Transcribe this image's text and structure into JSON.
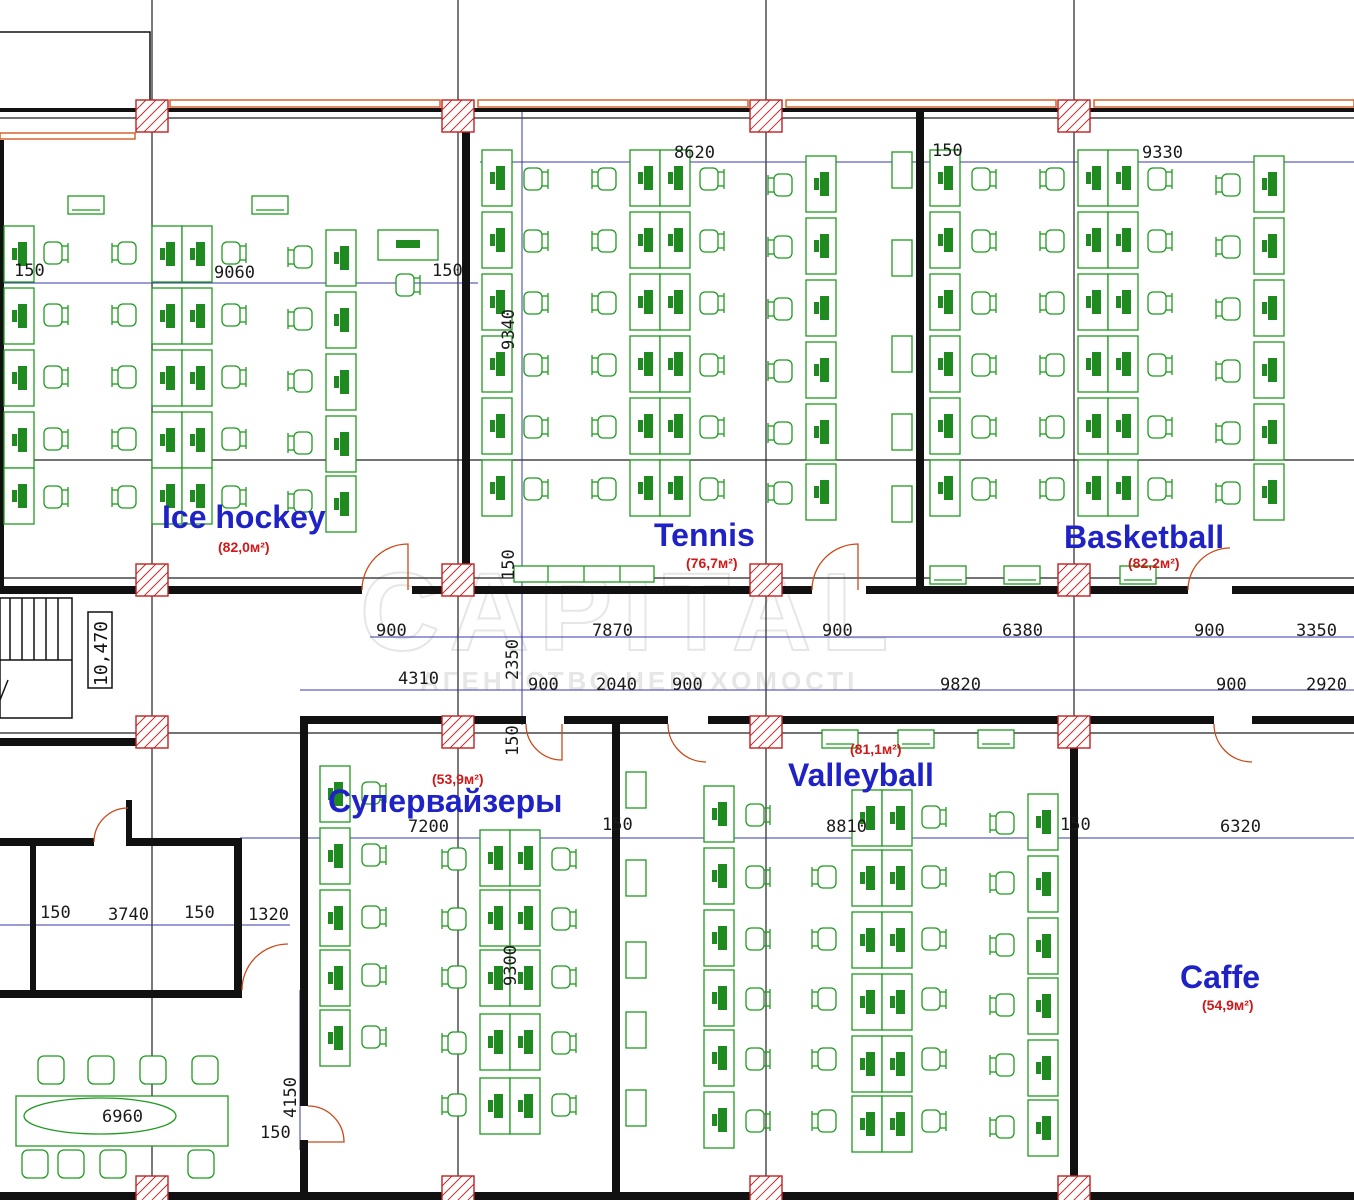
{
  "colors": {
    "wall": "#111111",
    "furniture": "#1f9a1f",
    "room_label": "#1f22c4",
    "area_label": "#d01818",
    "window": "#d25a1c",
    "column": "#c22020",
    "dimension": "#3a3aa8"
  },
  "rooms": [
    {
      "name": "Ice hockey",
      "area": "(82,0м²)"
    },
    {
      "name": "Tennis",
      "area": "(76,7м²)"
    },
    {
      "name": "Basketball",
      "area": "(82,2м²)"
    },
    {
      "name": "Супервайзеры",
      "area": "(53,9м²)"
    },
    {
      "name": "Valleyball",
      "area": "(81,1м²)"
    },
    {
      "name": "Caffe",
      "area": "(54,9м²)"
    }
  ],
  "dimensions": {
    "ice_left_150": "150",
    "ice_9060": "9060",
    "ice_right_150": "150",
    "tennis_8620": "8620",
    "tennis_9340": "9340",
    "basket_150": "150",
    "basket_9330": "9330",
    "corr_150_top": "150",
    "corr_900_a": "900",
    "corr_7870": "7870",
    "corr_900_b": "900",
    "corr_6380": "6380",
    "corr_900_c": "900",
    "corr_3350": "3350",
    "corr_4310": "4310",
    "corr_2350": "2350",
    "corr_900_d": "900",
    "corr_2040": "2040",
    "corr_900_e": "900",
    "corr_9820": "9820",
    "corr_900_f": "900",
    "corr_2920": "2920",
    "corr_150_bottom": "150",
    "sup_7200": "7200",
    "sup_150": "150",
    "sup_9300": "9300",
    "valley_8810": "8810",
    "valley_150": "150",
    "caffe_6320": "6320",
    "left_150_a": "150",
    "left_3740": "3740",
    "left_150_b": "150",
    "left_1320": "1320",
    "left_4150": "4150",
    "left_150_c": "150",
    "table_6960": "6960"
  },
  "elevation": "10,470",
  "icons": {
    "workstation": "desk-monitor-icon",
    "chair": "office-chair-icon",
    "door": "door-swing-icon",
    "column": "hatched-column-icon",
    "stairs": "stairs-icon"
  }
}
